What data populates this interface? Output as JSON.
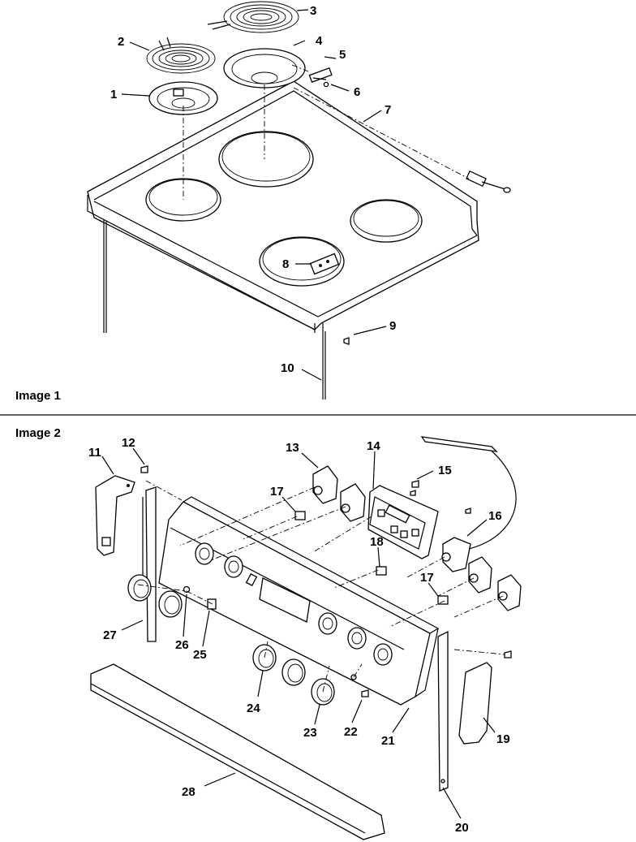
{
  "sections": {
    "image1_title": "Image 1",
    "image2_title": "Image 2"
  },
  "callouts": {
    "c1": "1",
    "c2": "2",
    "c3": "3",
    "c4": "4",
    "c5": "5",
    "c6": "6",
    "c7": "7",
    "c8": "8",
    "c9": "9",
    "c10": "10",
    "c11": "11",
    "c12": "12",
    "c13": "13",
    "c14": "14",
    "c15": "15",
    "c16": "16",
    "c17a": "17",
    "c17b": "17",
    "c18": "18",
    "c19": "19",
    "c20": "20",
    "c21": "21",
    "c22": "22",
    "c23": "23",
    "c24": "24",
    "c25": "25",
    "c26": "26",
    "c27": "27",
    "c28": "28"
  }
}
